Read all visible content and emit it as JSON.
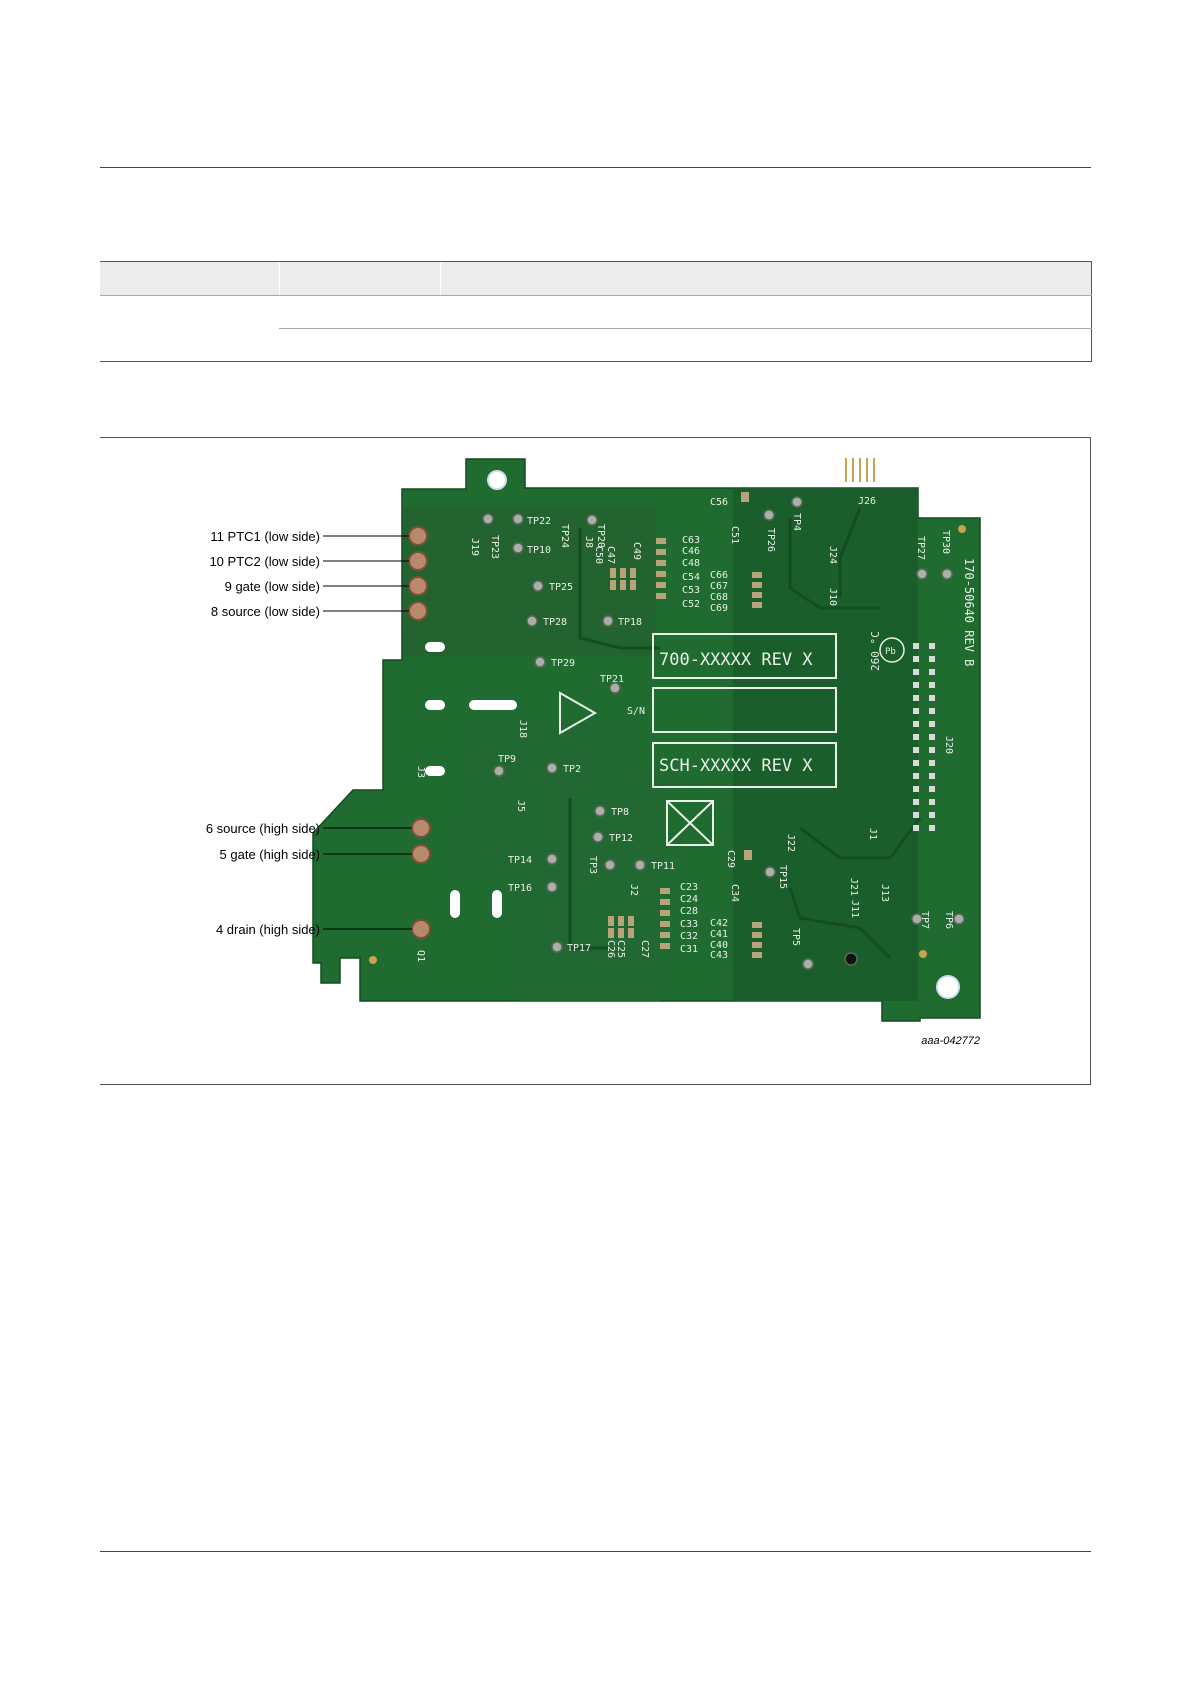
{
  "callouts": {
    "ptc1": "11 PTC1 (low side)",
    "ptc2": "10 PTC2 (low side)",
    "gate_low": "9 gate (low side)",
    "source_low": "8 source (low side)",
    "source_high": "6 source (high side)",
    "gate_high": "5 gate (high side)",
    "drain_high": "4 drain (high side)"
  },
  "figure_id": "aaa-042772",
  "silkscreen": {
    "part_no": "700-XXXXX  REV X",
    "sch_no": "SCH-XXXXX  REV X",
    "serial_label": "S/N",
    "board_id": "170-50640 REV B",
    "temp_rating": "260 °C",
    "pb_mark": "Pb",
    "testpoints": [
      "TP22",
      "TP20",
      "TP24",
      "TP23",
      "TP10",
      "TP25",
      "TP28",
      "TP18",
      "TP29",
      "TP21",
      "TP9",
      "TP2",
      "TP8",
      "TP12",
      "TP3",
      "TP11",
      "TP14",
      "TP16",
      "TP17",
      "TP26",
      "TP4",
      "TP27",
      "TP30",
      "TP15",
      "TP5",
      "TP7",
      "TP6"
    ],
    "capacitors_a": [
      "C63",
      "C46",
      "C48",
      "C54",
      "C53",
      "C52"
    ],
    "capacitors_b": [
      "C66",
      "C67",
      "C68",
      "C69"
    ],
    "capacitors_c": [
      "C23",
      "C24",
      "C28",
      "C33",
      "C32",
      "C31"
    ],
    "capacitors_d": [
      "C42",
      "C41",
      "C40",
      "C43"
    ],
    "connectors": [
      "J26",
      "J24",
      "J10",
      "J19",
      "J8",
      "J18",
      "J3",
      "J5",
      "J20",
      "J1",
      "J2",
      "J22",
      "J21",
      "J13",
      "J11"
    ],
    "misc": [
      "C56",
      "C51",
      "C50",
      "C47",
      "C49",
      "C29",
      "C34",
      "C25",
      "C26",
      "C27",
      "Q1"
    ]
  }
}
